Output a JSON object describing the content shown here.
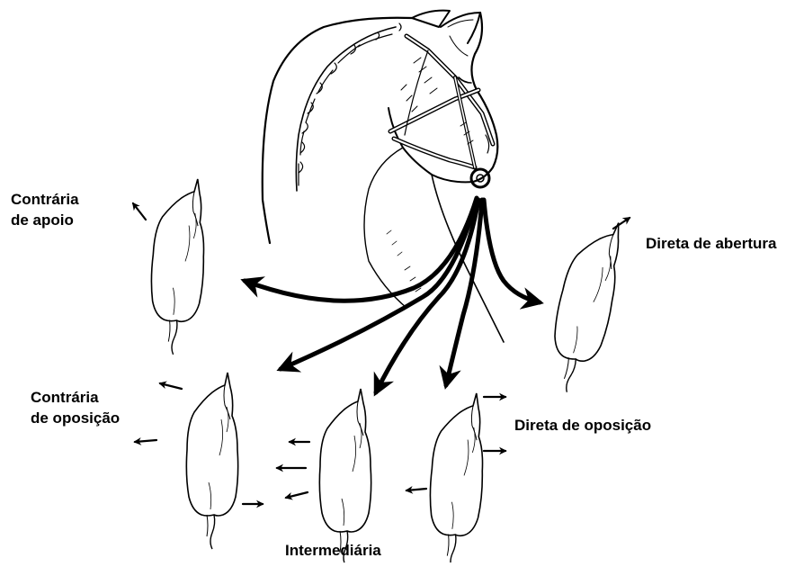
{
  "labels": {
    "contraria_apoio": [
      "Contrária",
      "de apoio"
    ],
    "direta_abertura": "Direta de abertura",
    "contraria_oposicao": [
      "Contrária",
      "de oposição"
    ],
    "direta_oposicao": "Direta de oposição",
    "intermediaria": "Intermediária"
  },
  "colors": {
    "ink": "#000000",
    "background": "#ffffff"
  },
  "icons": {
    "head": "horse-head-icon",
    "body": "horse-body-topview-icon",
    "arrow": "small-arrow-icon"
  }
}
